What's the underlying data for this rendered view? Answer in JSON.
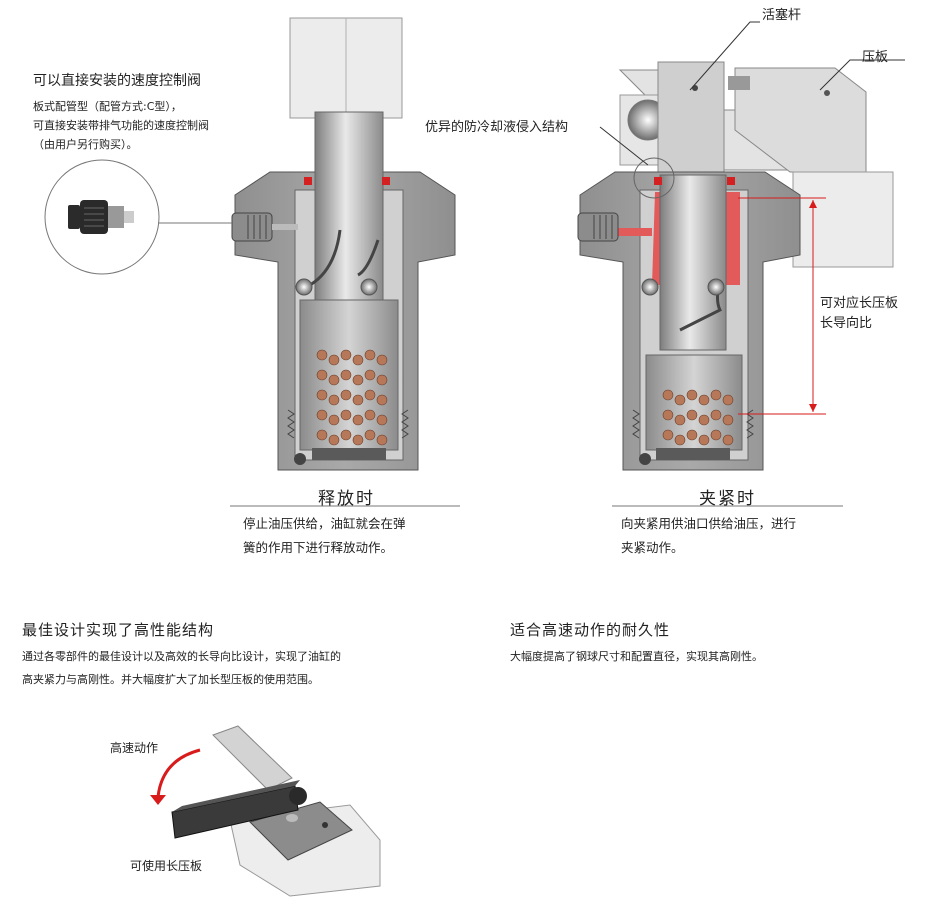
{
  "valve_note": {
    "title": "可以直接安装的速度控制阀",
    "line1": "板式配管型（配管方式:C型），",
    "line2": "可直接安装带排气功能的速度控制阀",
    "line3": "（由用户另行购买）。"
  },
  "left_figure": {
    "caption": "释放时",
    "desc_line1": "停止油压供给，油缸就会在弹",
    "desc_line2": "簧的作用下进行释放动作。"
  },
  "right_figure": {
    "label_piston": "活塞杆",
    "label_clamp": "压板",
    "label_coolant": "优异的防冷却液侵入结构",
    "label_long_line1": "可对应长压板",
    "label_long_line2": "长导向比",
    "caption": "夹紧时",
    "desc_line1": "向夹紧用供油口供给油压，进行",
    "desc_line2": "夹紧动作。"
  },
  "feature_left": {
    "title": "最佳设计实现了高性能结构",
    "line1": "通过各零部件的最佳设计以及高效的长导向比设计，实现了油缸的",
    "line2": "高夹紧力与高刚性。并大幅度扩大了加长型压板的使用范围。"
  },
  "feature_right": {
    "title": "适合高速动作的耐久性",
    "line1": "大幅度提高了钢球尺寸和配置直径，实现其高刚性。"
  },
  "bottom_figure": {
    "label_speed": "高速动作",
    "label_long": "可使用长压板"
  },
  "colors": {
    "body_gray": "#9a9a9a",
    "oil_red": "#e25a5a",
    "seal_red": "#d42020",
    "spring_brown": "#b7785a",
    "arrow_red": "#d81b1b"
  }
}
